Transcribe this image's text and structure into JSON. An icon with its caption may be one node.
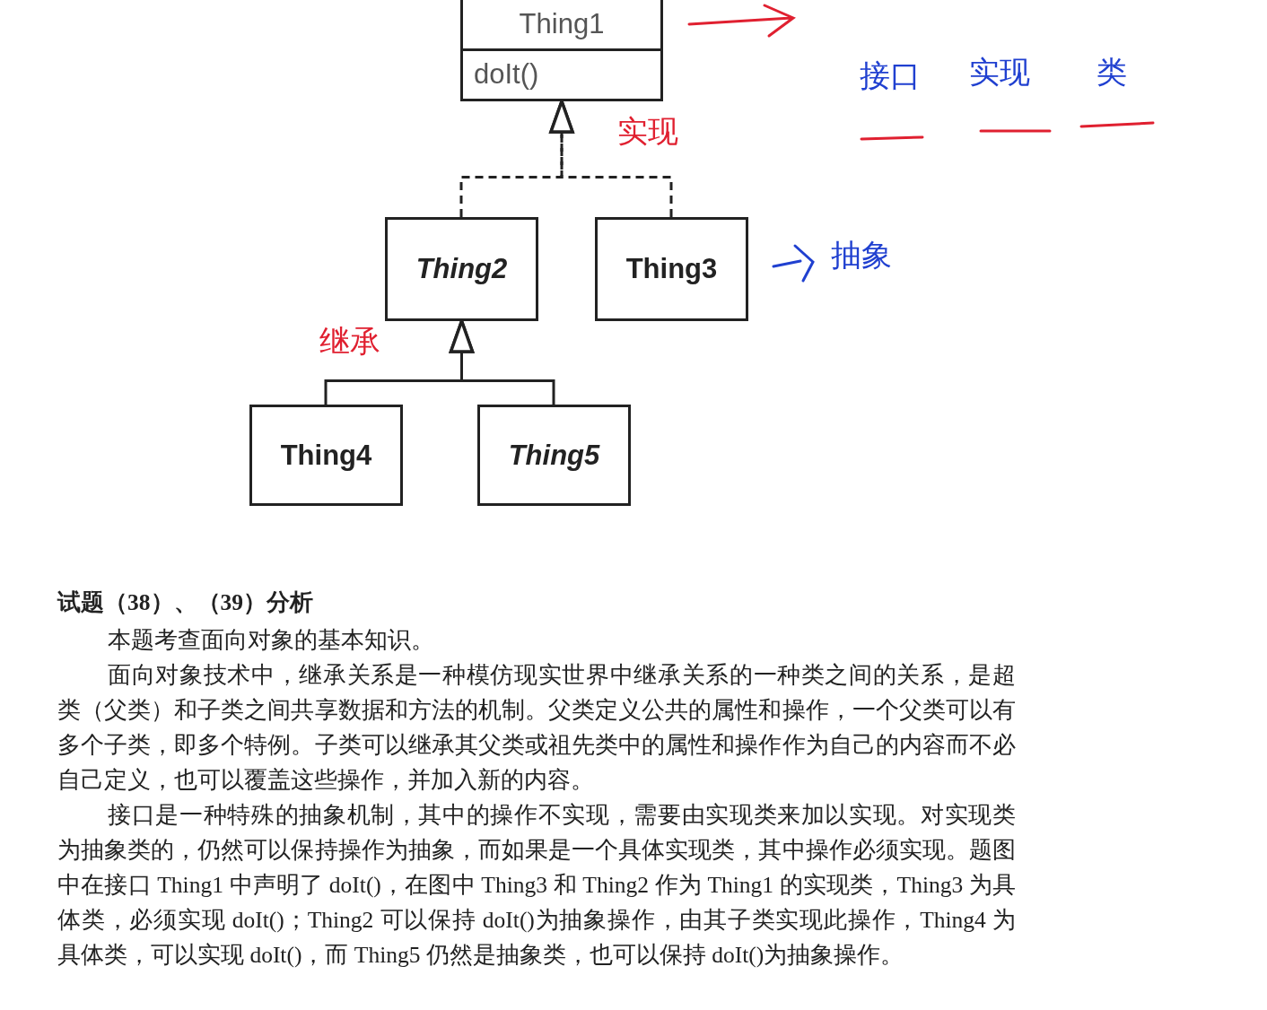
{
  "diagram": {
    "nodes": [
      {
        "text": [
          "Thing1",
          "doIt()"
        ]
      },
      {
        "text": [
          "Thing2"
        ]
      },
      {
        "text": [
          "Thing3"
        ]
      },
      {
        "text": [
          "Thing4"
        ]
      },
      {
        "text": [
          "Thing5"
        ]
      }
    ],
    "edges": [
      {
        "from": 1,
        "to": 0,
        "arrow": "to",
        "style": "dashed"
      },
      {
        "from": 2,
        "to": 0,
        "arrow": "to",
        "style": "dashed"
      },
      {
        "from": 3,
        "to": 1,
        "arrow": "to"
      },
      {
        "from": 4,
        "to": 1,
        "arrow": "to"
      }
    ],
    "labels": [
      "接口",
      "实现",
      "类",
      "实现",
      "抽象",
      "继承",
      "试题（38）、（39）分析",
      "本题考查面向对象的基本知识。",
      "面向对象技术中，继承关系是一种模仿现实世界中继承关系的一种类之间的关系，是超类（父类）和子类之间共享数据和方法的机制。父类定义公共的属性和操作，一个父类可以有多个子类，即多个特例。子类可以继承其父类或祖先类中的属性和操作作为自己的内容而不必自己定义，也可以覆盖这些操作，并加入新的内容。",
      "接口是一种特殊的抽象机制，其中的操作不实现，需要由实现类来加以实现。对实现类为抽象类的，仍然可以保持操作为抽象，而如果是一个具体实现类，其中操作必须实现。题图中在接口 Thing1 中声明了 doIt()，在图中 Thing3 和 Thing2 作为 Thing1 的实现类，Thing3 为具体类，必须实现 doIt()；Thing2 可以保持 doIt()为抽象操作，由其子类实现此操作，Thing4 为具体类，可以实现 doIt()，而 Thing5 仍然是抽象类，也可以保持 doIt()为抽象操作。"
    ]
  }
}
